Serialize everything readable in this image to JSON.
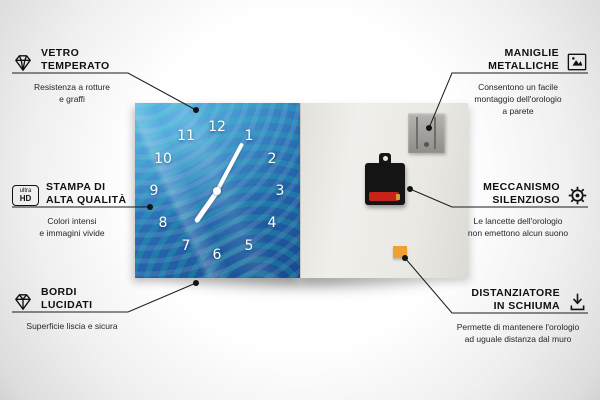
{
  "product": {
    "clock_numbers": [
      "12",
      "1",
      "2",
      "3",
      "4",
      "5",
      "6",
      "7",
      "8",
      "9",
      "10",
      "11"
    ]
  },
  "callouts": {
    "tempered_glass": {
      "title": "VETRO\nTEMPERATO",
      "subtitle": "Resistenza a rotture\ne graffi",
      "icon": "diamond-icon"
    },
    "high_quality_print": {
      "title": "STAMPA DI\nALTA QUALITÀ",
      "subtitle": "Colori intensi\ne immagini vivide",
      "icon_label_top": "ultra",
      "icon_label_bottom": "HD"
    },
    "polished_edges": {
      "title": "BORDI\nLUCIDATI",
      "subtitle": "Superficie liscia e sicura",
      "icon": "gem-icon"
    },
    "metal_handles": {
      "title": "MANIGLIE\nMETALLICHE",
      "subtitle": "Consentono un facile\nmontaggio dell'orologio\na parete",
      "icon": "wall-mount-icon"
    },
    "silent_mechanism": {
      "title": "MECCANISMO\nSILENZIOSO",
      "subtitle": "Le lancette dell'orologio\nnon emettono alcun suono",
      "icon": "gear-icon"
    },
    "foam_spacer": {
      "title": "DISTANZIATORE\nIN SCHIUMA",
      "subtitle": "Permette di mantenere l'orologio\nad uguale distanza dal muro",
      "icon": "arrow-down-icon"
    }
  },
  "colors": {
    "clock_blue": "#2a6fb5",
    "spacer_orange": "#f0a030",
    "battery_red": "#c8231a",
    "line_black": "#1b1b1b"
  }
}
